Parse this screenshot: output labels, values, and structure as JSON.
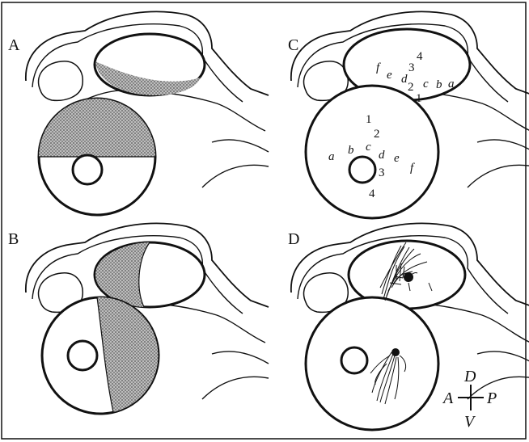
{
  "panels": {
    "A": {
      "label": "A"
    },
    "B": {
      "label": "B"
    },
    "C": {
      "label": "C"
    },
    "D": {
      "label": "D"
    }
  },
  "c_tectum_letters": [
    "f",
    "e",
    "d",
    "c",
    "b",
    "a"
  ],
  "c_tectum_numbers": [
    "4",
    "3",
    "2",
    "1"
  ],
  "c_retina_letters": [
    "a",
    "b",
    "c",
    "d",
    "e",
    "f"
  ],
  "c_retina_numbers": [
    "1",
    "2",
    "3",
    "4"
  ],
  "orientation": {
    "dorsal": "D",
    "anterior": "A",
    "posterior": "P",
    "ventral": "V"
  },
  "colors": {
    "line": "#111111",
    "stipple": "#8a8a8a",
    "background": "#ffffff"
  }
}
